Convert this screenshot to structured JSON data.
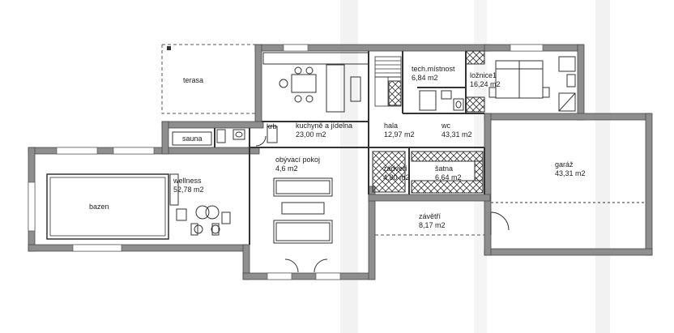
{
  "rooms": {
    "terasa": {
      "name": "terasa"
    },
    "kitchen": {
      "name": "kuchyně a jídelna",
      "area": "23,00 m2"
    },
    "krb": {
      "name": "krb"
    },
    "tech": {
      "name": "tech.místnost",
      "area": "6,84 m2"
    },
    "bedroom": {
      "name": "ložnice1",
      "area": "16,24 m2"
    },
    "sauna": {
      "name": "sauna"
    },
    "hala": {
      "name": "hala",
      "area": "12,97 m2"
    },
    "wc": {
      "name": "wc",
      "area": "43,31 m2"
    },
    "garage": {
      "name": "garáž",
      "area": "43,31 m2"
    },
    "living": {
      "name": "obývací pokoj",
      "area": "4,6 m2"
    },
    "zadveri": {
      "name": "zádveří",
      "area": "4,80 m2"
    },
    "satna": {
      "name": "šatna",
      "area": "6,64 m2"
    },
    "wellness": {
      "name": "wellness",
      "area": "52,78 m2"
    },
    "bazen": {
      "name": "bazen"
    },
    "zavetri": {
      "name": "závětří",
      "area": "8,17 m2"
    }
  },
  "colors": {
    "wall": "#8e8e8e",
    "wall_edge": "#4a4a4a",
    "line": "#333333",
    "background": "#ffffff"
  }
}
